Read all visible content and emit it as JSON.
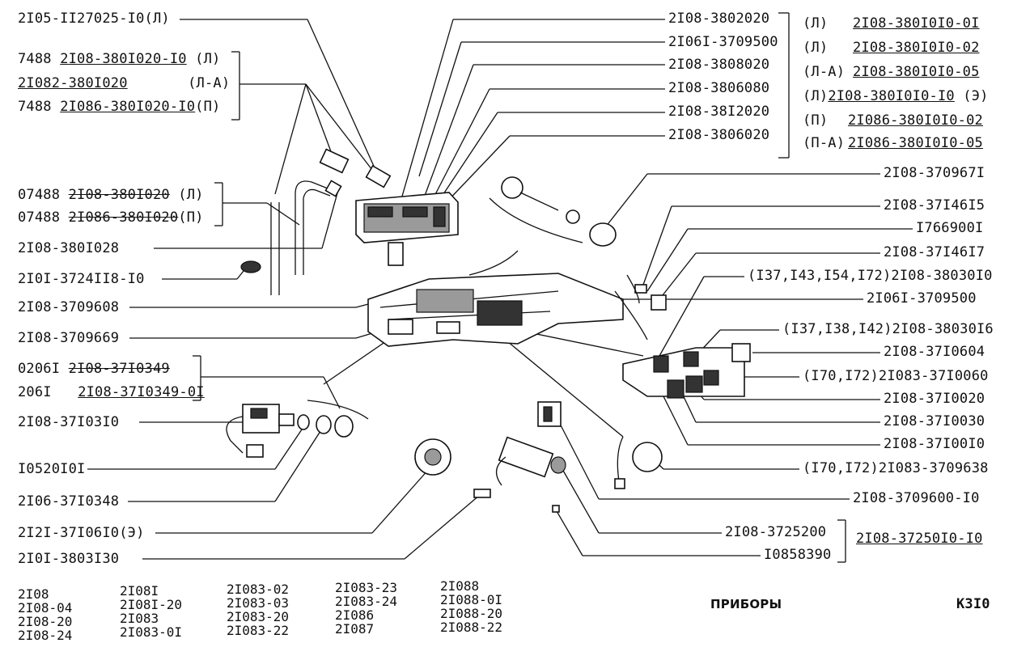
{
  "left_labels": {
    "l1": "2I05-II27025-I0(Л)",
    "l2a_num": "7488",
    "l2a_part": "2I08-380I020-I0",
    "l2a_suffix": "(Л)",
    "l2b_part": "2I082-380I020",
    "l2b_suffix": "(Л-А)",
    "l2c_num": "7488",
    "l2c_part": "2I086-380I020-I0",
    "l2c_suffix": "(П)",
    "l3a_num": "07488",
    "l3a_part": "2I08-380I020",
    "l3a_suffix": "(Л)",
    "l3b_num": "07488",
    "l3b_part": "2I086-380I020",
    "l3b_suffix": "(П)",
    "l4": "2I08-380I028",
    "l5": "2I0I-3724II8-I0",
    "l6": "2I08-3709608",
    "l7": "2I08-3709669",
    "l8a_num": "0206I",
    "l8a_part": "2I08-37I0349",
    "l8b_num": "206I",
    "l8b_part": "2I08-37I0349-0I",
    "l9": "2I08-37I03I0",
    "l10": "I0520I0I",
    "l11": "2I06-37I0348",
    "l12": "2I2I-37I06I0(Э)",
    "l13": "2I0I-3803I30"
  },
  "top_labels": {
    "t1": "2I08-3802020",
    "t2": "2I06I-3709500",
    "t3": "2I08-3808020",
    "t4": "2I08-3806080",
    "t5": "2I08-38I2020",
    "t6": "2I08-3806020"
  },
  "cluster_variants": [
    {
      "tag": "(Л)",
      "part": "2I08-380I0I0-0I",
      "suffix": ""
    },
    {
      "tag": "(Л)",
      "part": "2I08-380I0I0-02",
      "suffix": ""
    },
    {
      "tag": "(Л-А)",
      "part": "2I08-380I0I0-05",
      "suffix": ""
    },
    {
      "tag": "(Л)",
      "part": "2I08-380I0I0-I0",
      "suffix": "(Э)"
    },
    {
      "tag": "(П)",
      "part": "2I086-380I0I0-02",
      "suffix": ""
    },
    {
      "tag": "(П-А)",
      "part": "2I086-380I0I0-05",
      "suffix": ""
    }
  ],
  "right_labels": {
    "r1": "2I08-370967I",
    "r2": "2I08-37I46I5",
    "r3": "I766900I",
    "r4": "2I08-37I46I7",
    "r5": "(I37,I43,I54,I72)2I08-38030I0",
    "r6": "2I06I-3709500",
    "r7": "(I37,I38,I42)2I08-38030I6",
    "r8": "2I08-37I0604",
    "r9": "(I70,I72)2I083-37I0060",
    "r10": "2I08-37I0020",
    "r11": "2I08-37I0030",
    "r12": "2I08-37I00I0",
    "r13": "(I70,I72)2I083-3709638",
    "r14": "2I08-3709600-I0",
    "r15": "2I08-3725200",
    "r16": "I0858390",
    "r17": "2I08-37250I0-I0"
  },
  "models": {
    "col1": [
      "2I08",
      "2I08-04",
      "2I08-20",
      "2I08-24"
    ],
    "col2": [
      "2I08I",
      "2I08I-20",
      "2I083",
      "2I083-0I"
    ],
    "col3": [
      "2I083-02",
      "2I083-03",
      "2I083-20",
      "2I083-22"
    ],
    "col4": [
      "2I083-23",
      "2I083-24",
      "2I086",
      "2I087"
    ],
    "col5": [
      "2I088",
      "2I088-0I",
      "2I088-20",
      "2I088-22"
    ]
  },
  "section_title": "ПРИБОРЫ",
  "page_code": "К3I0"
}
